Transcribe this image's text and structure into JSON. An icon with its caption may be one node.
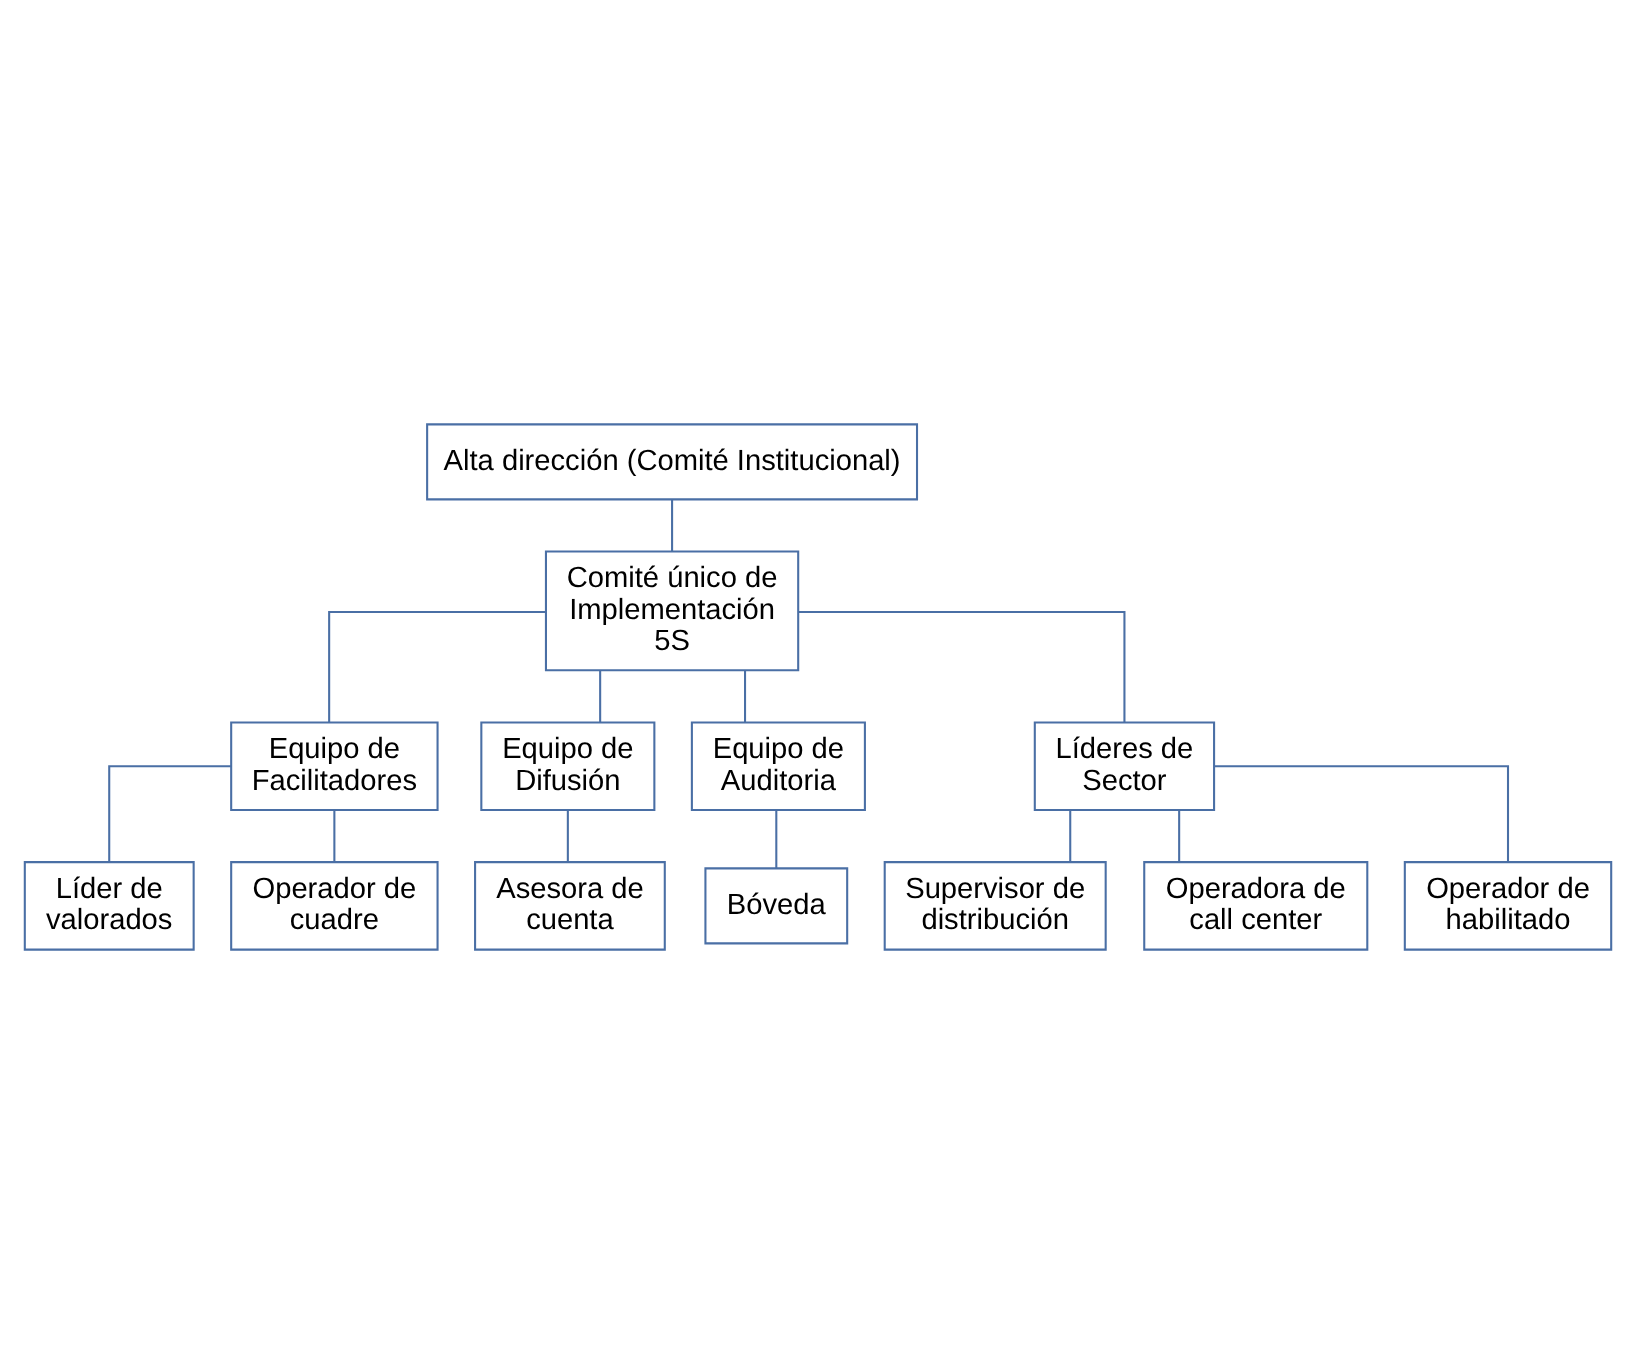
{
  "diagram": {
    "nodes": [
      {
        "text": [
          "Alta dirección (Comité Institucional)"
        ]
      },
      {
        "text": [
          "Comité único de Implementación 5S"
        ]
      },
      {
        "text": [
          "Equipo de Facilitadores"
        ]
      },
      {
        "text": [
          "Equipo de Difusión"
        ]
      },
      {
        "text": [
          "Equipo de Auditoria"
        ]
      },
      {
        "text": [
          "Líderes de Sector"
        ]
      },
      {
        "text": [
          "Líder de valorados"
        ]
      },
      {
        "text": [
          "Operador de cuadre"
        ]
      },
      {
        "text": [
          "Asesora de cuenta"
        ]
      },
      {
        "text": [
          "Bóveda"
        ]
      },
      {
        "text": [
          "Supervisor de distribución"
        ]
      },
      {
        "text": [
          "Operadora de call center"
        ]
      },
      {
        "text": [
          "Operador de habilitado"
        ]
      }
    ],
    "edges": [
      {
        "from": 0,
        "to": 1,
        "arrow": "none"
      },
      {
        "from": 1,
        "to": 2,
        "arrow": "none"
      },
      {
        "from": 1,
        "to": 3,
        "arrow": "none"
      },
      {
        "from": 1,
        "to": 4,
        "arrow": "none"
      },
      {
        "from": 1,
        "to": 5,
        "arrow": "none"
      },
      {
        "from": 2,
        "to": 6,
        "arrow": "none"
      },
      {
        "from": 2,
        "to": 7,
        "arrow": "none"
      },
      {
        "from": 3,
        "to": 8,
        "arrow": "none"
      },
      {
        "from": 4,
        "to": 9,
        "arrow": "none"
      },
      {
        "from": 5,
        "to": 10,
        "arrow": "none"
      },
      {
        "from": 5,
        "to": 11,
        "arrow": "none"
      },
      {
        "from": 5,
        "to": 12,
        "arrow": "none"
      }
    ]
  }
}
